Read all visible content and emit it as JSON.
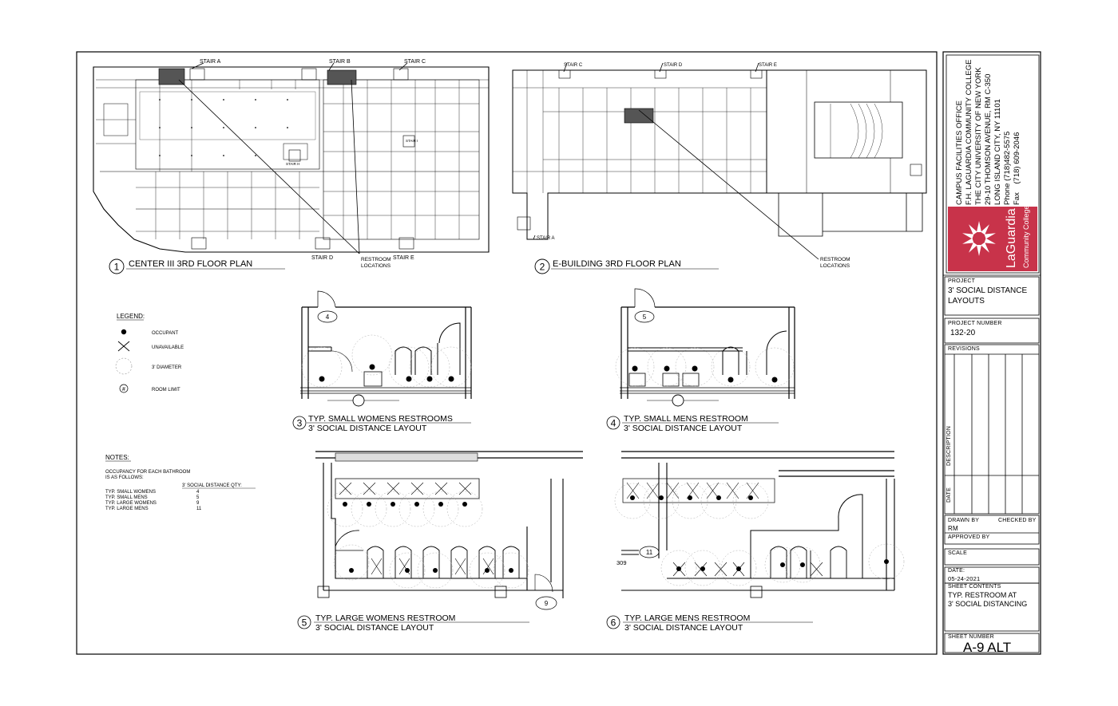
{
  "plans": {
    "p1": {
      "num": "1",
      "title": "CENTER III 3RD FLOOR PLAN"
    },
    "p2": {
      "num": "2",
      "title": "E-BUILDING 3RD FLOOR PLAN"
    }
  },
  "stairs_c3": {
    "a": "STAIR A",
    "b": "STAIR B",
    "c": "STAIR C",
    "d": "STAIR D",
    "e": "STAIR E",
    "h": "STAIR H",
    "i": "STAIR I"
  },
  "stairs_e": {
    "c": "STAIR C",
    "d": "STAIR D",
    "e": "STAIR E",
    "a": "STAIR A"
  },
  "restroom_callout": {
    "line1": "RESTROOM",
    "line2": "LOCATIONS"
  },
  "details": {
    "d3": {
      "num": "3",
      "title": "TYP. SMALL WOMENS RESTROOMS",
      "sub": "3' SOCIAL DISTANCE LAYOUT",
      "room": "4"
    },
    "d4": {
      "num": "4",
      "title": "TYP. SMALL MENS RESTROOM",
      "sub": "3' SOCIAL DISTANCE LAYOUT",
      "room": "5"
    },
    "d5": {
      "num": "5",
      "title": "TYP. LARGE WOMENS RESTROOM",
      "sub": "3' SOCIAL DISTANCE LAYOUT",
      "room": "9"
    },
    "d6": {
      "num": "6",
      "title": "TYP. LARGE MENS RESTROOM",
      "sub": "3' SOCIAL DISTANCE LAYOUT",
      "room": "11",
      "room_num": "309"
    }
  },
  "legend": {
    "heading": "LEGEND:",
    "items": [
      {
        "symbol": "dot",
        "label": "OCCUPANT"
      },
      {
        "symbol": "x",
        "label": "UNAVAILABLE"
      },
      {
        "symbol": "circle",
        "label": "3' DIAMETER"
      },
      {
        "symbol": "hash",
        "label": "ROOM LIMIT"
      }
    ]
  },
  "notes": {
    "heading": "NOTES:",
    "line1": "OCCUPANCY FOR EACH BATHROOM",
    "line2": "IS AS FOLLOWS:",
    "col_header": "3' SOCIAL DISTANCE QTY:",
    "rows": [
      {
        "label": "TYP. SMALL WOMENS",
        "qty": "4"
      },
      {
        "label": "TYP. SMALL MENS",
        "qty": "5"
      },
      {
        "label": "TYP. LARGE WOMENS",
        "qty": "9"
      },
      {
        "label": "TYP. LARGE MENS",
        "qty": "11"
      }
    ]
  },
  "title_block": {
    "office_lines": [
      "CAMPUS FACILITIES OFFICE",
      "F.H. LAGUARDIA COMMUNITY COLLEGE",
      "THE CITY UNIVERSITY OF NEW YORK",
      "29-10 THOMSON AVENUE, RM C-350",
      "LONG ISLAND CITY, NY 11101",
      "Phone (718)482-5575",
      "Fax    (718) 609-2046"
    ],
    "logo_name": "LaGuardia",
    "logo_sub": "Community College",
    "logo_color": "#c8334a",
    "project_label": "PROJECT",
    "project_value_1": "3' SOCIAL DISTANCE",
    "project_value_2": "LAYOUTS",
    "project_number_label": "PROJECT NUMBER",
    "project_number": "132-20",
    "revisions_label": "REVISIONS",
    "description_label": "DESCRIPTION",
    "date_label_rot": "DATE",
    "drawn_by_label": "DRAWN BY",
    "checked_by_label": "CHECKED BY",
    "drawn_by": "RM",
    "approved_by_label": "APPROVED BY",
    "scale_label": "SCALE",
    "date_label": "DATE:",
    "date": "05-24-2021",
    "sheet_contents_label": "SHEET CONTENTS",
    "sheet_contents_1": "TYP. RESTROOM AT",
    "sheet_contents_2": "3' SOCIAL DISTANCING",
    "sheet_number_label": "SHEET NUMBER",
    "sheet_number": "A-9 ALT"
  }
}
